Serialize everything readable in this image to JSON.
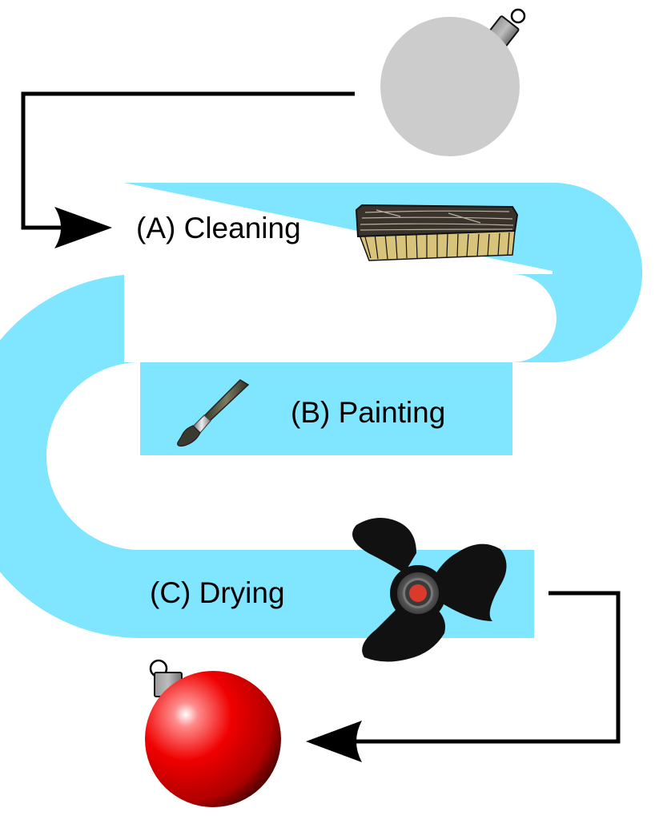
{
  "stages": [
    {
      "label": "(A) Cleaning",
      "icon": "scrub-brush-icon"
    },
    {
      "label": "(B) Painting",
      "icon": "paintbrush-icon"
    },
    {
      "label": "(C) Drying",
      "icon": "fan-icon"
    }
  ],
  "colors": {
    "conveyor": "#80E5FF",
    "unpainted_ornament": "#CCCCCC",
    "painted_ornament": "#E00000",
    "arrow": "#000000",
    "fan": "#111111",
    "fan_hub_center": "#D93A2B",
    "brush_wood": "#3A332B",
    "brush_bristles": "#D8C37A"
  },
  "icons": {
    "input": "unpainted-ornament-icon",
    "output": "painted-ornament-icon"
  }
}
